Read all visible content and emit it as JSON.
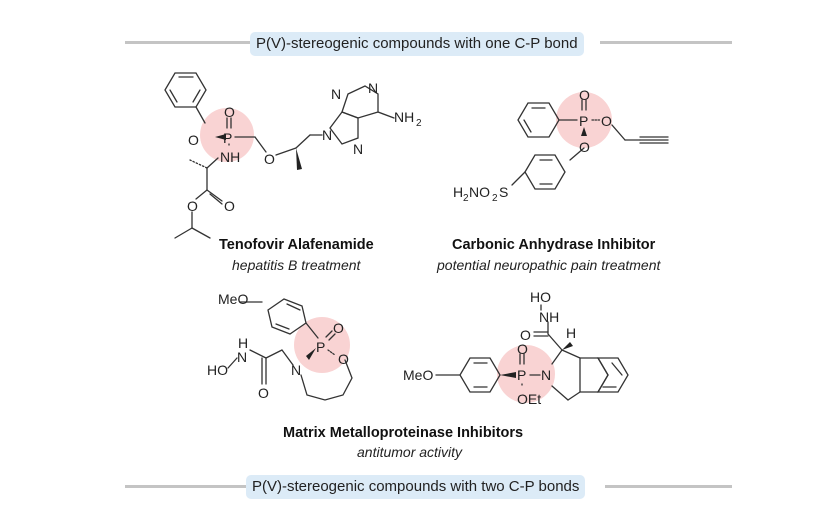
{
  "sections": [
    {
      "banner": "P(V)-stereogenic compounds with one C-P bond"
    },
    {
      "banner": "P(V)-stereogenic compounds with two C-P bonds"
    }
  ],
  "compounds": [
    {
      "name": "Tenofovir Alafenamide",
      "use": "hepatitis B treatment",
      "atoms": {
        "o1": "O",
        "p": "P",
        "o_dbl": "O",
        "nh": "NH",
        "o_ether": "O",
        "n9": "N",
        "n1": "N",
        "n3": "N",
        "n7": "N",
        "nh2": "NH",
        "nh2_sub": "2",
        "o_ester": "O",
        "o_carb": "O"
      }
    },
    {
      "name": "Carbonic Anhydrase Inhibitor",
      "use": "potential neuropathic pain treatment",
      "atoms": {
        "p": "P",
        "o_dbl": "O",
        "o_alk": "O",
        "o_aryl": "O",
        "sulf": "H",
        "sulf2": "2",
        "sulf3": "NO",
        "sulf4": "2",
        "sulf5": "S"
      }
    },
    {
      "name": "Matrix Metalloproteinase Inhibitors",
      "use": "antitumor activity",
      "atoms_a": {
        "meo": "MeO",
        "p": "P",
        "o_dbl": "O",
        "o_ring": "O",
        "n": "N",
        "h": "H",
        "n_amide": "N",
        "ho": "HO",
        "o_carb": "O"
      },
      "atoms_b": {
        "ho": "HO",
        "nh": "NH",
        "o_carb": "O",
        "h": "H",
        "meo": "MeO",
        "p": "P",
        "o_dbl": "O",
        "n": "N",
        "oet": "OEt"
      }
    }
  ]
}
